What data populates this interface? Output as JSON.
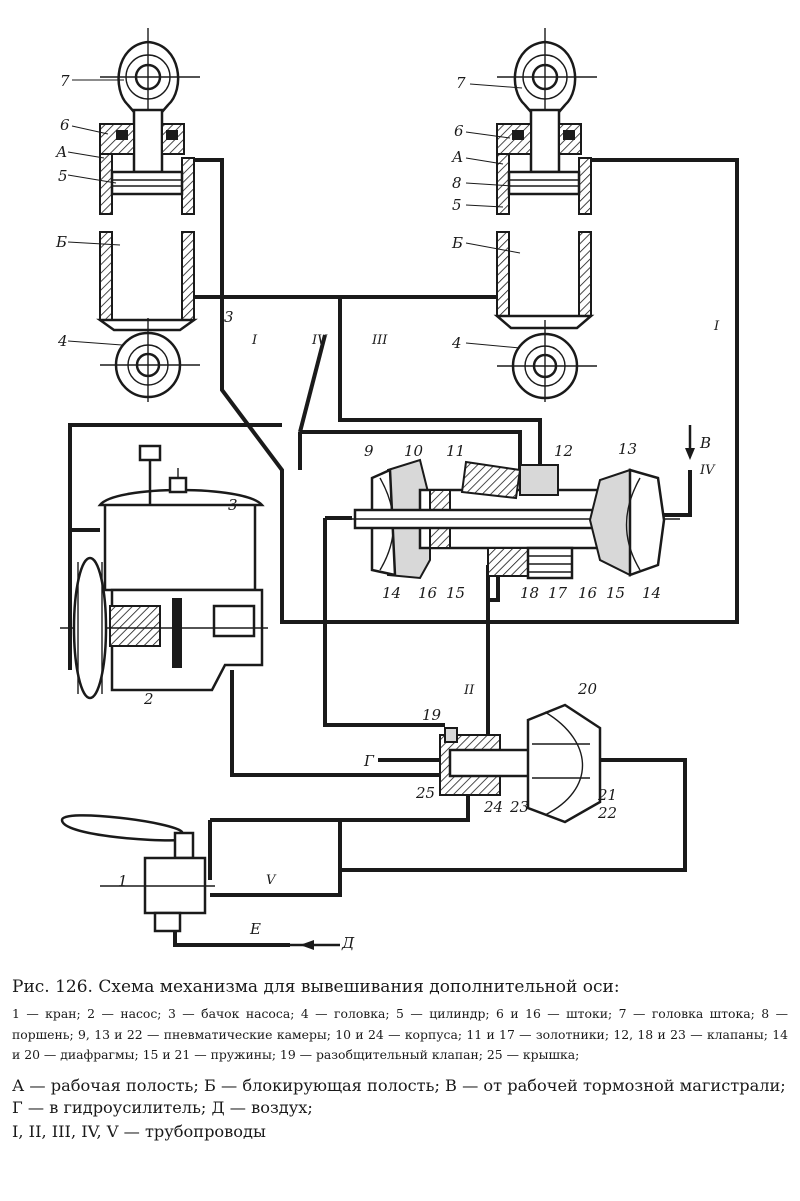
{
  "diagram": {
    "callouts": {
      "n1": "1",
      "n2": "2",
      "n3": "3",
      "n4L": "4",
      "n4R": "4",
      "n5L": "5",
      "n5R": "5",
      "n6L": "6",
      "n6R": "6",
      "n7L": "7",
      "n7R": "7",
      "n8": "8",
      "n9": "9",
      "n10": "10",
      "n11": "11",
      "n12": "12",
      "n13": "13",
      "n14a": "14",
      "n14b": "14",
      "n15a": "15",
      "n15b": "15",
      "n16a": "16",
      "n16b": "16",
      "n17": "17",
      "n18": "18",
      "n19": "19",
      "n20": "20",
      "n21": "21",
      "n22": "22",
      "n23": "23",
      "n24": "24",
      "n25": "25",
      "AL": "А",
      "AR": "А",
      "BL": "Б",
      "BR": "Б",
      "V": "В",
      "G": "Г",
      "D": "Д",
      "E": "Е"
    },
    "pipelines": {
      "p1a": "I",
      "p1b": "I",
      "p2": "II",
      "p3": "III",
      "p4a": "IV",
      "p4b": "IV",
      "p5": "V"
    }
  },
  "caption": {
    "title": "Рис. 126. Схема механизма для вывешивания дополнительной оси:",
    "parts": "1 — кран; 2 — насос; 3 — бачок насоса; 4 — головка; 5 — цилиндр; 6 и 16 — штоки; 7 — головка штока; 8 — поршень; 9, 13 и 22 — пневматические камеры; 10 и 24 — корпуса; 11 и 17 — золотники; 12, 18 и 23 — клапаны; 14 и 20 — диафрагмы; 15 и 21 — пружины; 19 — разобщительный клапан; 25 — крышка;",
    "legend": "А — рабочая полость; Б — блокирующая полость; В — от рабочей тормозной магистрали; Г — в гидроусилитель; Д — воздух;",
    "pipelines": "I, II, III, IV, V — трубопроводы"
  }
}
